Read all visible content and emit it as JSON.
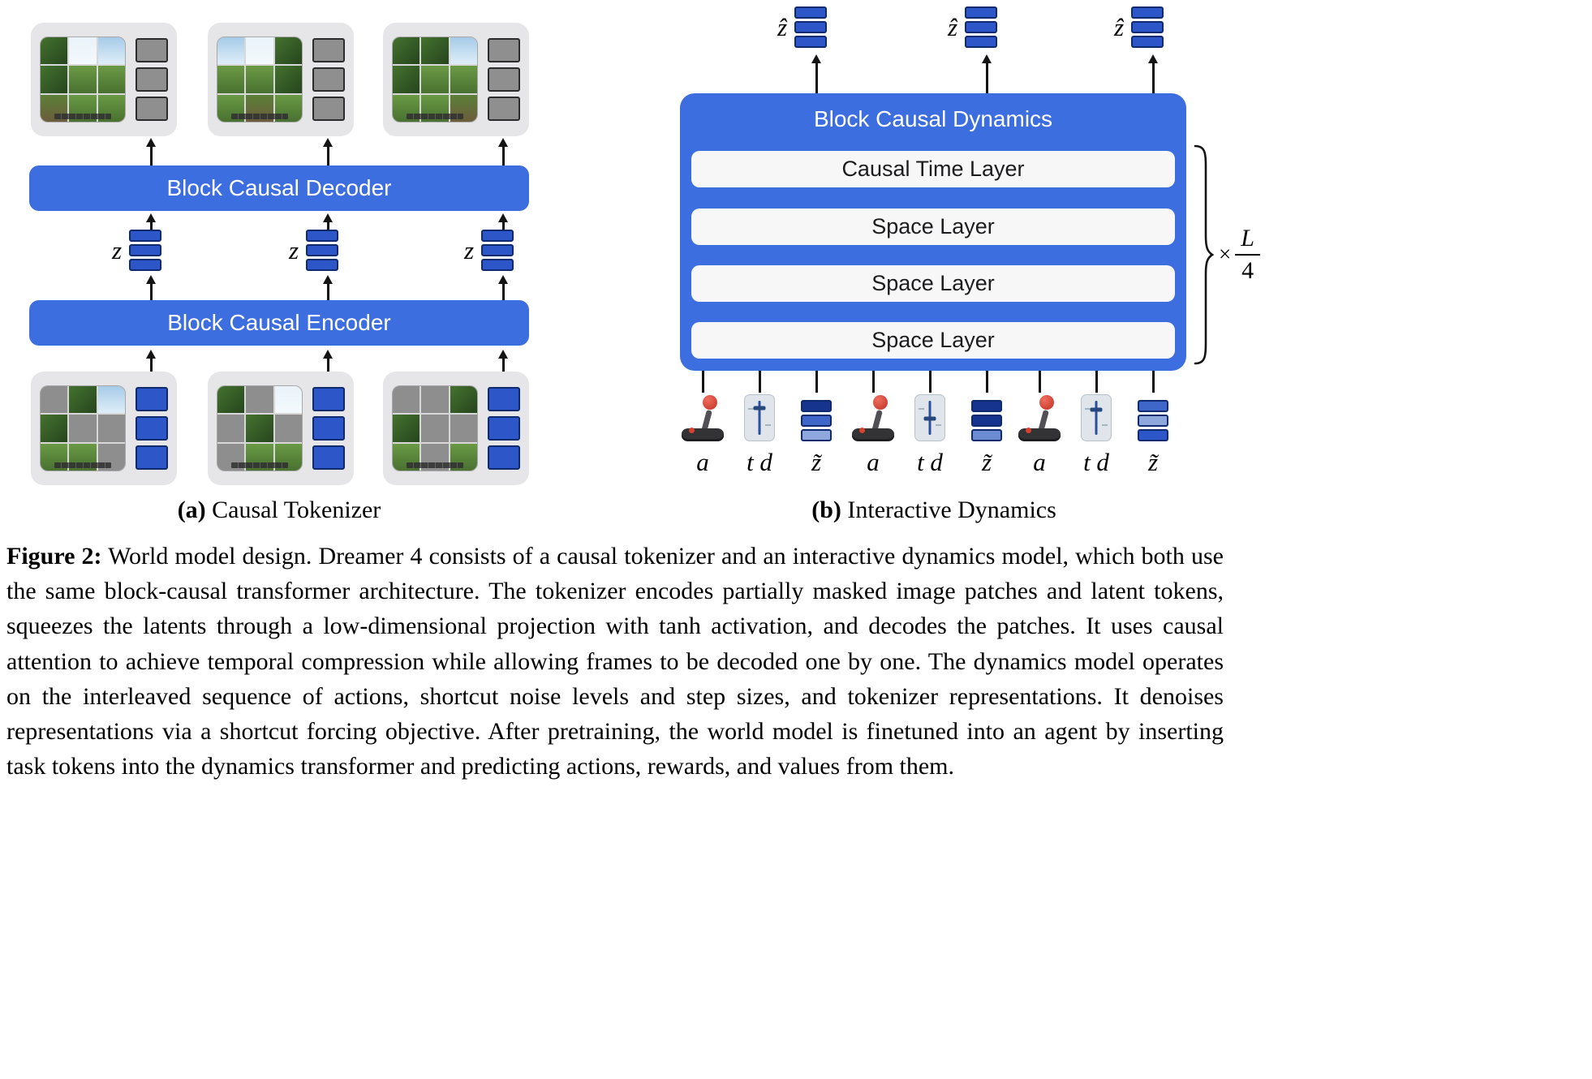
{
  "colors": {
    "primary_blue": "#3d6ee0",
    "token_blue": "#2d57c9",
    "token_blue_border": "#0f2a6e",
    "token_gray": "#8f8f8f",
    "group_background": "#e6e6e8",
    "layer_background": "#f7f7f8"
  },
  "panel_a": {
    "caption_label": "(a)",
    "caption_title": "Causal Tokenizer",
    "decoder_label": "Block Causal Decoder",
    "encoder_label": "Block Causal Encoder",
    "latent_symbol": "z",
    "latent_stack": [
      "blue",
      "blue",
      "blue"
    ],
    "output_groups": [
      {
        "patches": [
          "tree",
          "cloud",
          "sky",
          "tree",
          "grass",
          "grass",
          "ground",
          "grass",
          "grass"
        ],
        "tokens": [
          "gray",
          "gray",
          "gray"
        ]
      },
      {
        "patches": [
          "sky",
          "cloud",
          "tree",
          "grass",
          "grass",
          "tree",
          "grass",
          "ground",
          "grass"
        ],
        "tokens": [
          "gray",
          "gray",
          "gray"
        ]
      },
      {
        "patches": [
          "tree",
          "tree",
          "sky",
          "tree",
          "grass",
          "grass",
          "grass",
          "grass",
          "ground"
        ],
        "tokens": [
          "gray",
          "gray",
          "gray"
        ]
      }
    ],
    "input_groups": [
      {
        "patches": [
          "masked",
          "tree",
          "sky",
          "tree",
          "masked",
          "masked",
          "grass",
          "grass",
          "masked"
        ],
        "tokens": [
          "blue",
          "blue",
          "blue"
        ]
      },
      {
        "patches": [
          "tree",
          "masked",
          "cloud",
          "masked",
          "tree",
          "masked",
          "masked",
          "grass",
          "grass"
        ],
        "tokens": [
          "blue",
          "blue",
          "blue"
        ]
      },
      {
        "patches": [
          "masked",
          "masked",
          "tree",
          "tree",
          "masked",
          "masked",
          "grass",
          "masked",
          "grass"
        ],
        "tokens": [
          "blue",
          "blue",
          "blue"
        ]
      }
    ]
  },
  "panel_b": {
    "caption_label": "(b)",
    "caption_title": "Interactive Dynamics",
    "block_title": "Block Causal Dynamics",
    "layers": [
      "Causal Time Layer",
      "Space Layer",
      "Space Layer",
      "Space Layer"
    ],
    "repeat": {
      "times_symbol": "×",
      "numerator": "L",
      "denominator": "4"
    },
    "output_symbol": "ẑ",
    "output_stack": [
      "blue",
      "blue",
      "blue"
    ],
    "inputs": [
      {
        "icon": "joystick-icon",
        "label": "a"
      },
      {
        "icon": "slider-icon",
        "label": "t d",
        "handle": 0.28
      },
      {
        "icon": "latent-token-stack",
        "label": "z̃",
        "cells": [
          "#16338e",
          "#3f66c9",
          "#8ea8dd"
        ]
      },
      {
        "icon": "joystick-icon",
        "label": "a"
      },
      {
        "icon": "slider-icon",
        "label": "t d",
        "handle": 0.52
      },
      {
        "icon": "latent-token-stack",
        "label": "z̃",
        "cells": [
          "#16338e",
          "#16338e",
          "#6d8bd0"
        ]
      },
      {
        "icon": "joystick-icon",
        "label": "a"
      },
      {
        "icon": "slider-icon",
        "label": "t d",
        "handle": 0.32
      },
      {
        "icon": "latent-token-stack",
        "label": "z̃",
        "cells": [
          "#3f66c9",
          "#8ea8dd",
          "#2d57c9"
        ]
      }
    ]
  },
  "figure_caption": {
    "label": "Figure 2:",
    "text": "World model design. Dreamer 4 consists of a causal tokenizer and an interactive dynamics model, which both use the same block-causal transformer architecture. The tokenizer encodes partially masked image patches and latent tokens, squeezes the latents through a low-dimensional projection with tanh activation, and decodes the patches. It uses causal attention to achieve temporal compression while allowing frames to be decoded one by one. The dynamics model operates on the interleaved sequence of actions, shortcut noise levels and step sizes, and tokenizer representations. It denoises representations via a shortcut forcing objective. After pretraining, the world model is finetuned into an agent by inserting task tokens into the dynamics transformer and predicting actions, rewards, and values from them."
  }
}
